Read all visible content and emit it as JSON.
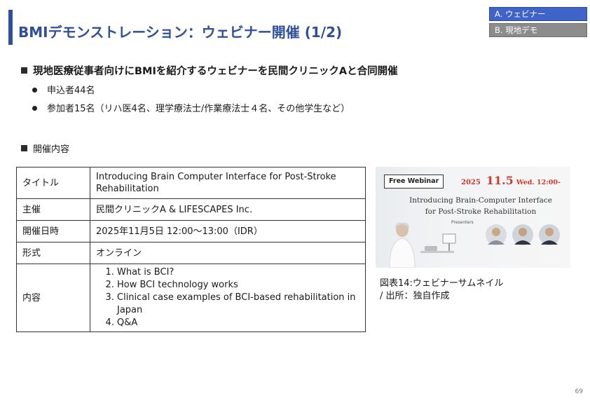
{
  "header": {
    "title": "BMIデモンストレーション：ウェビナー開催 (1/2)",
    "accent_color": "#2F4F9A"
  },
  "tags": [
    {
      "label": "A. ウェビナー",
      "color": "#3F63C9"
    },
    {
      "label": "B. 現地デモ",
      "color": "#8C8C8C"
    }
  ],
  "main": {
    "heading": "現地医療従事者向けにBMIを紹介するウェビナーを民間クリニックAと合同開催",
    "bullets": [
      "申込者44名",
      "参加者15名（リハ医4名、理学療法士/作業療法士４名、その他学生など）"
    ],
    "subheading": "開催内容"
  },
  "table": {
    "rows": [
      {
        "key": "タイトル",
        "value": "Introducing Brain Computer Interface for Post-Stroke Rehabilitation"
      },
      {
        "key": "主催",
        "value": "民間クリニックA & LIFESCAPES Inc."
      },
      {
        "key": "開催日時",
        "value": "2025年11月5日 12:00～13:00（IDR）"
      },
      {
        "key": "形式",
        "value": "オンライン"
      },
      {
        "key": "内容",
        "items": [
          "What is BCI?",
          "How BCI technology works",
          "Clinical case examples of BCI-based rehabilitation in Japan",
          "Q&A"
        ]
      }
    ]
  },
  "thumbnail": {
    "badge": "Free Webinar",
    "year": "2025",
    "month_day": "11.5",
    "weekday_time": "Wed. 12:00-",
    "title_line1": "Introducing Brain-Computer Interface",
    "title_line2": "for Post-Stroke Rehabilitation",
    "presenters_label": "Presenters",
    "date_color": "#d0392b"
  },
  "caption": {
    "line1": "図表14:ウェビナーサムネイル",
    "line2": "/ 出所：独自作成"
  },
  "page_number": "69"
}
